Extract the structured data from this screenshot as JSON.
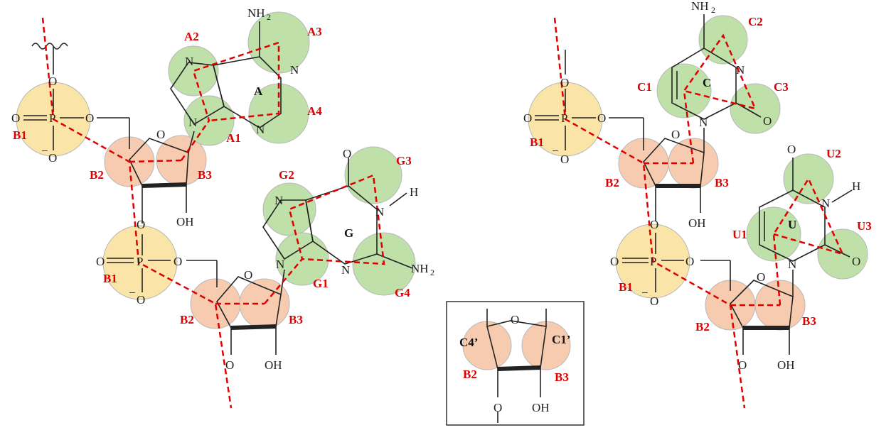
{
  "colors": {
    "label_red": "#e00000",
    "phosphate_fill": "#fbe4a8",
    "sugar_fill": "#f6cbb0",
    "base_fill": "#bfe0a8",
    "bond": "#222222",
    "backbone_dash": "#e00000"
  },
  "left_strand": {
    "phosphate_labels": [
      "B1",
      "B1"
    ],
    "sugar_labels": [
      "B2",
      "B3",
      "B2",
      "B3"
    ],
    "adenine": {
      "letter": "A",
      "beads": [
        "A1",
        "A2",
        "A3",
        "A4"
      ]
    },
    "guanine": {
      "letter": "G",
      "beads": [
        "G1",
        "G2",
        "G3",
        "G4"
      ]
    }
  },
  "right_strand": {
    "phosphate_labels": [
      "B1",
      "B1"
    ],
    "sugar_labels": [
      "B2",
      "B3",
      "B2",
      "B3"
    ],
    "cytosine": {
      "letter": "C",
      "beads": [
        "C1",
        "C2",
        "C3"
      ]
    },
    "uracil": {
      "letter": "U",
      "beads": [
        "U1",
        "U2",
        "U3"
      ]
    }
  },
  "inset": {
    "sugar_labels": [
      "B2",
      "B3"
    ],
    "carbon_labels": [
      "C4’",
      "C1’"
    ]
  },
  "atoms": {
    "amine": "NH",
    "amine_sub": "2",
    "n": "N",
    "o": "O",
    "p": "P",
    "h": "H",
    "oh": "OH",
    "minus": "−"
  }
}
